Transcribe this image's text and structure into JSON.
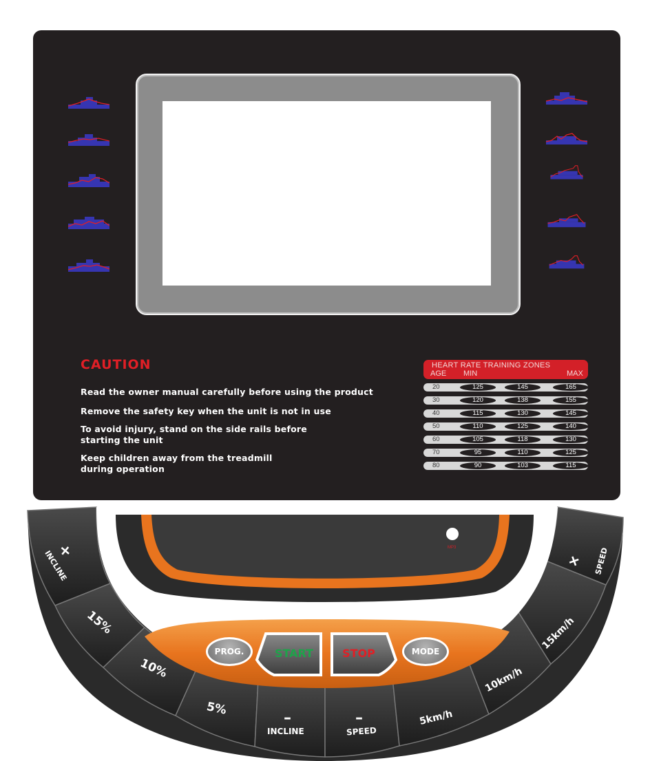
{
  "colors": {
    "panel": "#231f20",
    "caution_red": "#e01f26",
    "orange": "#e8741e",
    "start_green": "#1ea34a",
    "stop_red": "#e01f26"
  },
  "caution": {
    "title": "CAUTION",
    "lines": [
      "Read the owner manual carefully before using the product",
      "Remove the safety key when the unit is not in use",
      "To avoid injury, stand on the side rails before",
      "starting the unit",
      "Keep children away from the treadmill",
      "during operation"
    ]
  },
  "heart_rate": {
    "title": "HEART RATE TRAINING ZONES",
    "col_age": "AGE",
    "col_min": "MIN",
    "col_max": "MAX",
    "rows": [
      [
        "20",
        "125",
        "145",
        "165"
      ],
      [
        "30",
        "120",
        "138",
        "155"
      ],
      [
        "40",
        "115",
        "130",
        "145"
      ],
      [
        "50",
        "110",
        "125",
        "140"
      ],
      [
        "60",
        "105",
        "118",
        "130"
      ],
      [
        "70",
        "95",
        "110",
        "125"
      ],
      [
        "80",
        "90",
        "103",
        "115"
      ]
    ]
  },
  "keys": {
    "incline_plus": "INCLINE",
    "incline_15": "15%",
    "incline_10": "10%",
    "incline_5": "5%",
    "incline_minus": "INCLINE",
    "speed_minus": "SPEED",
    "speed_5": "5km/h",
    "speed_10": "10km/h",
    "speed_15": "15km/h",
    "speed_plus": "SPEED",
    "plus_sign": "+",
    "minus_sign": "–"
  },
  "buttons": {
    "prog": "PROG.",
    "start": "START",
    "stop": "STOP",
    "mode": "MODE"
  },
  "mp3_label": "MP3",
  "icons": [
    "program-profile-icon",
    "mp3-jack-icon"
  ]
}
